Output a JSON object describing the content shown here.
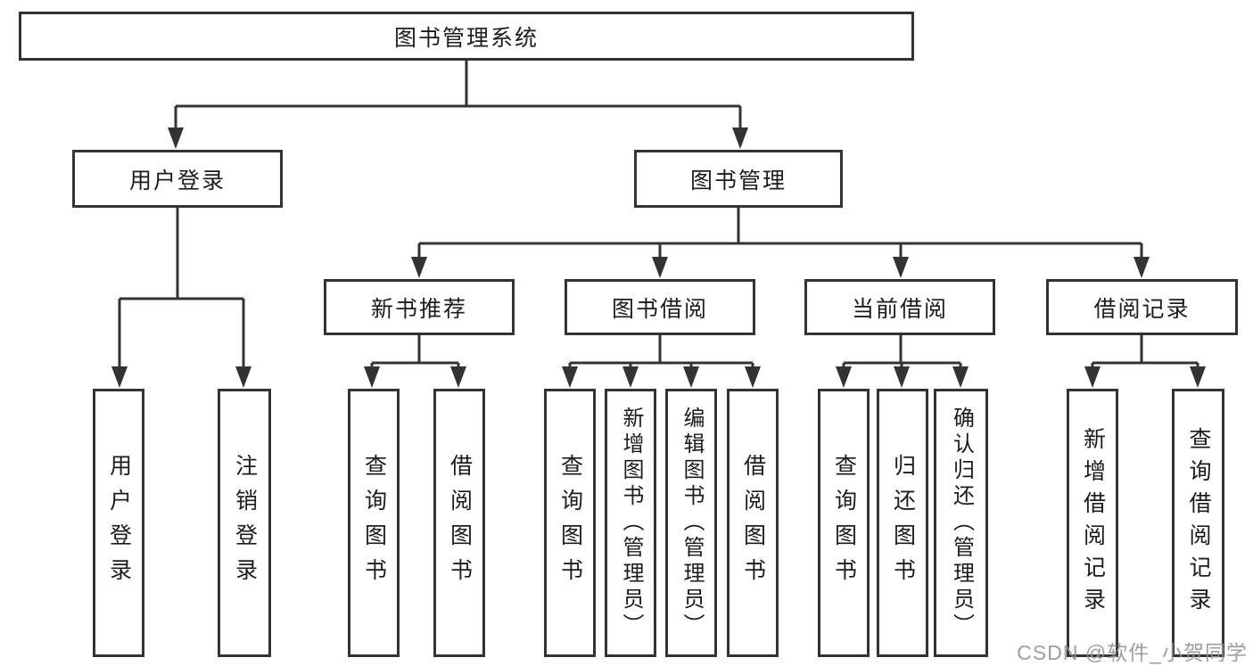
{
  "tree": {
    "root": {
      "label": "图书管理系统"
    },
    "branches": [
      {
        "label": "用户登录",
        "leaves": [
          {
            "label": "用户登录"
          },
          {
            "label": "注销登录"
          }
        ]
      },
      {
        "label": "图书管理",
        "sections": [
          {
            "label": "新书推荐",
            "leaves": [
              {
                "label": "查询图书"
              },
              {
                "label": "借阅图书"
              }
            ]
          },
          {
            "label": "图书借阅",
            "leaves": [
              {
                "label": "查询图书"
              },
              {
                "label": "新增图书（管理员）"
              },
              {
                "label": "编辑图书（管理员）"
              },
              {
                "label": "借阅图书"
              }
            ]
          },
          {
            "label": "当前借阅",
            "leaves": [
              {
                "label": "查询图书"
              },
              {
                "label": "归还图书"
              },
              {
                "label": "确认归还（管理员）"
              }
            ]
          },
          {
            "label": "借阅记录",
            "leaves": [
              {
                "label": "新增借阅记录"
              },
              {
                "label": "查询借阅记录"
              }
            ]
          }
        ]
      }
    ]
  },
  "watermark": {
    "text": "CSDN @软件_小贺同学"
  },
  "colors": {
    "line": "#333333",
    "box_background": "#ffffff",
    "text": "#1c1c1c",
    "watermark": "#949494"
  }
}
